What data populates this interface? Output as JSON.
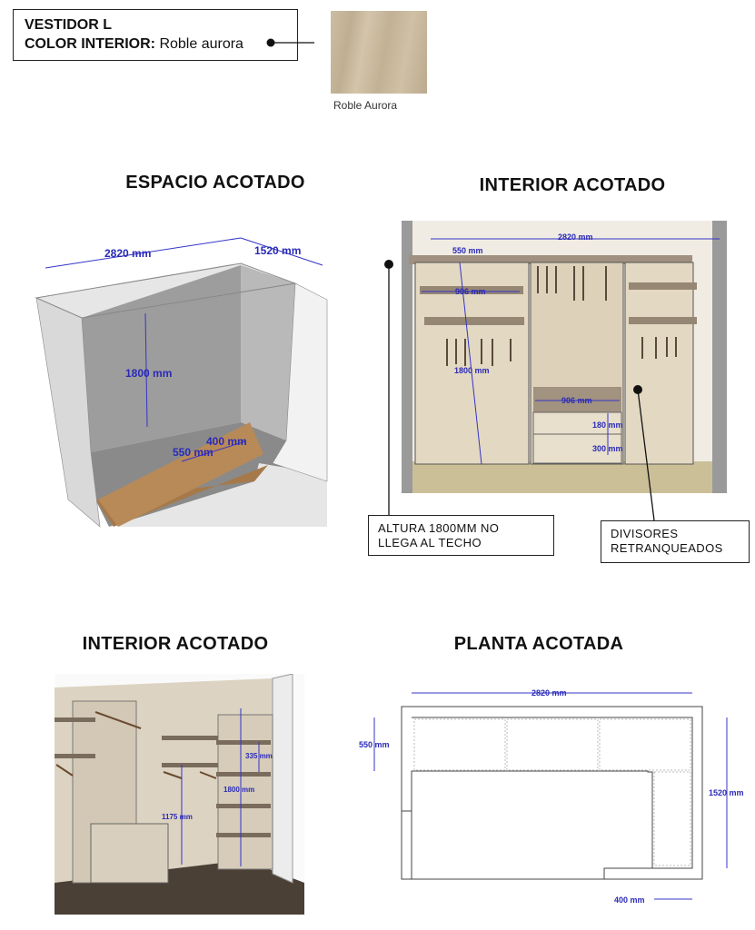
{
  "header": {
    "title": "VESTIDOR L",
    "color_label": "COLOR INTERIOR:",
    "color_value": "Roble aurora"
  },
  "swatch": {
    "caption": "Roble Aurora",
    "color": "#c9b89c"
  },
  "sections": {
    "espacio": {
      "title": "ESPACIO ACOTADO",
      "dims": {
        "width": "2820 mm",
        "depth": "1520 mm",
        "height": "1800 mm",
        "return": "400 mm",
        "shelf": "550 mm"
      }
    },
    "interior1": {
      "title": "INTERIOR ACOTADO",
      "dims": {
        "width": "2820 mm",
        "depth": "550 mm",
        "shelf": "906 mm",
        "height": "1800 mm",
        "drawer_shelf": "906 mm",
        "drawer1": "180 mm",
        "drawer2": "300 mm"
      }
    },
    "interior2": {
      "title": "INTERIOR ACOTADO",
      "dims": {
        "gap": "335 mm",
        "height": "1800 mm",
        "rail": "1175 mm"
      }
    },
    "planta": {
      "title": "PLANTA ACOTADA",
      "dims": {
        "width": "2820 mm",
        "depth": "550 mm",
        "side": "1520 mm",
        "return": "400 mm"
      }
    }
  },
  "callouts": {
    "altura": {
      "line1": "ALTURA 1800MM NO",
      "line2": "LLEGA AL TECHO"
    },
    "divisores": {
      "line1": "DIVISORES",
      "line2": "RETRANQUEADOS"
    }
  }
}
